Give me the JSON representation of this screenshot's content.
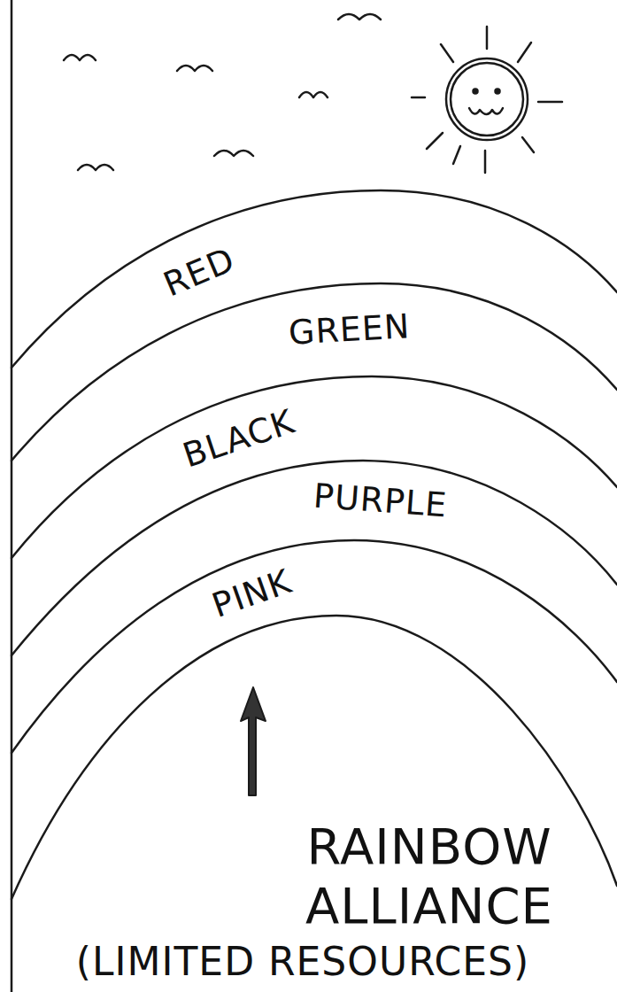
{
  "diagram": {
    "nodes": [
      {
        "text": [
          "RED"
        ]
      },
      {
        "text": [
          "GREEN"
        ]
      },
      {
        "text": [
          "BLACK"
        ]
      },
      {
        "text": [
          "PURPLE"
        ]
      },
      {
        "text": [
          "PINK"
        ]
      }
    ],
    "labels": [
      "RAINBOW ALLIANCE",
      "(LIMITED RESOURCES)"
    ]
  }
}
